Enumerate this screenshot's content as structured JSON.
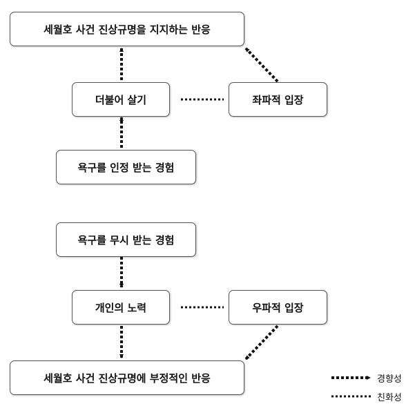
{
  "diagram": {
    "top": {
      "result": "세월호 사건 진상규명을 지지하는 반응",
      "mediator": "더불어 살기",
      "stance": "좌파적 입장",
      "source": "욕구를 인정 받는 경험"
    },
    "bottom": {
      "source": "욕구를 무시 받는 경험",
      "mediator": "개인의 노력",
      "stance": "우파적 입장",
      "result": "세월호 사건 진상규명에 부정적인 반응"
    },
    "legend": {
      "tendency": "경향성",
      "affinity": "친화성"
    }
  }
}
